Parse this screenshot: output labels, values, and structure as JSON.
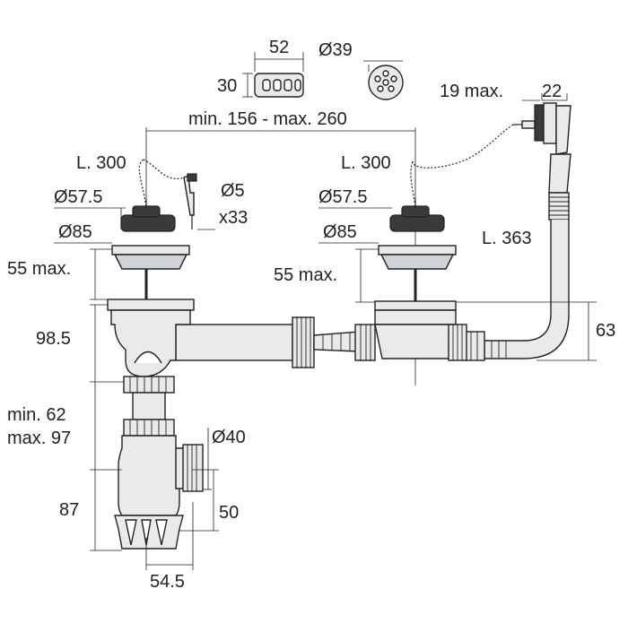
{
  "labels": {
    "overflow_plate_width": "52",
    "overflow_plate_height": "30",
    "overflow_grid_diameter": "Ø39",
    "overflow_max": "19 max.",
    "overflow_width": "22",
    "basin_spacing": "min. 156 - max. 260",
    "chain_left": "L. 300",
    "chain_right": "L. 300",
    "plug_left": "Ø57.5",
    "plug_right": "Ø57.5",
    "strainer_left": "Ø85",
    "strainer_right": "Ø85",
    "screw_diameter": "Ø5",
    "screw_length": "x33",
    "overflow_hose_length": "L. 363",
    "strainer_depth_left": "55 max.",
    "strainer_depth_right": "55 max.",
    "trap_top_height": "98.5",
    "height_right": "63",
    "adjust_min": "min. 62",
    "adjust_max": "max. 97",
    "outlet_diameter": "Ø40",
    "trap_bottom_height": "87",
    "outlet_height": "50",
    "outlet_offset": "54.5"
  }
}
